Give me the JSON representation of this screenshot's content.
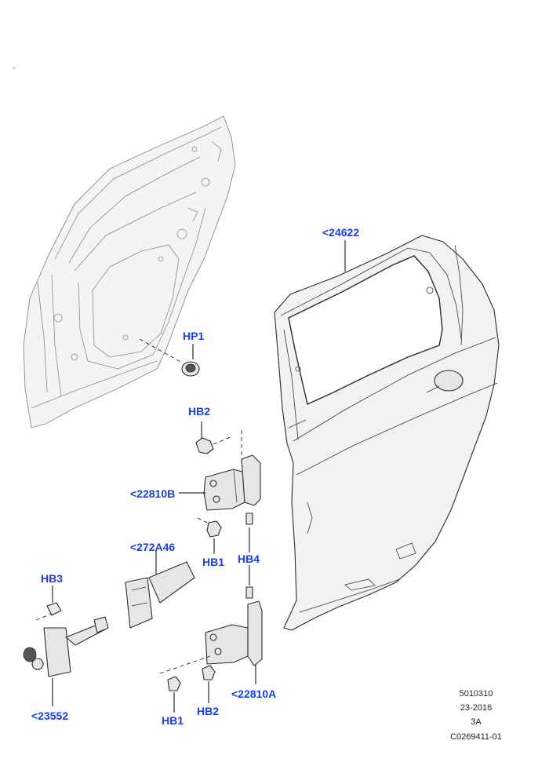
{
  "diagram": {
    "callouts": {
      "seal": "<24622",
      "plug": "HP1",
      "bolt_upper": "HB2",
      "hinge_upper": "<22810B",
      "bolt_upper_hinge": "HB1",
      "hinge_pin_nut": "HB4",
      "check_strap_cover": "<272A46",
      "check_bolt": "HB3",
      "check_strap": "<23552",
      "bolt_lower_left": "HB1",
      "bolt_lower_mid": "HB2",
      "hinge_lower": "<22810A"
    },
    "reference": {
      "code": "5010310",
      "date": "23-2016",
      "rev": "3A",
      "illustration_id": "C0269411-01"
    },
    "colors": {
      "callout": "#1a3fe0",
      "line": "#2a2a2a",
      "ghost": "#8a8a8a"
    }
  }
}
